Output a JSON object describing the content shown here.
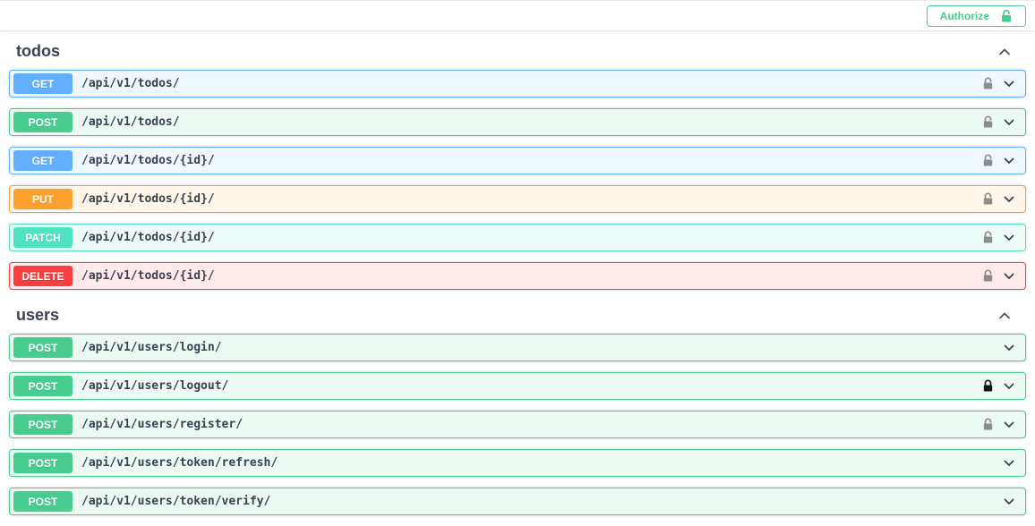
{
  "auth": {
    "button_label": "Authorize"
  },
  "icons": {
    "authorize_lock": "unlock-open-padlock",
    "row_secured_gray": "open-padlock",
    "row_secured_black": "closed-padlock",
    "row_expand": "chevron-down",
    "section_collapse": "chevron-up"
  },
  "colors": {
    "text": "#3b4151",
    "authorize": "#49cc90",
    "lock_gray": "#8c8c8c",
    "lock_black": "#141414",
    "methods": {
      "get": {
        "badge": "#61affe",
        "row_bg": "#eff7ff"
      },
      "post": {
        "badge": "#49cc90",
        "row_bg": "#edfaf4"
      },
      "put": {
        "badge": "#fca130",
        "row_bg": "#fff6ea"
      },
      "patch": {
        "badge": "#50e3c2",
        "row_bg": "#edfcf9"
      },
      "delete": {
        "badge": "#f93e3e",
        "row_bg": "#feeaea"
      }
    }
  },
  "sections": [
    {
      "name": "todos",
      "operations": [
        {
          "method": "GET",
          "path": "/api/v1/todos/",
          "lock": "unlocked"
        },
        {
          "method": "POST",
          "path": "/api/v1/todos/",
          "lock": "unlocked"
        },
        {
          "method": "GET",
          "path": "/api/v1/todos/{id}/",
          "lock": "unlocked"
        },
        {
          "method": "PUT",
          "path": "/api/v1/todos/{id}/",
          "lock": "unlocked"
        },
        {
          "method": "PATCH",
          "path": "/api/v1/todos/{id}/",
          "lock": "unlocked"
        },
        {
          "method": "DELETE",
          "path": "/api/v1/todos/{id}/",
          "lock": "unlocked"
        }
      ]
    },
    {
      "name": "users",
      "operations": [
        {
          "method": "POST",
          "path": "/api/v1/users/login/",
          "lock": "none"
        },
        {
          "method": "POST",
          "path": "/api/v1/users/logout/",
          "lock": "locked"
        },
        {
          "method": "POST",
          "path": "/api/v1/users/register/",
          "lock": "unlocked"
        },
        {
          "method": "POST",
          "path": "/api/v1/users/token/refresh/",
          "lock": "none"
        },
        {
          "method": "POST",
          "path": "/api/v1/users/token/verify/",
          "lock": "none"
        }
      ]
    }
  ]
}
